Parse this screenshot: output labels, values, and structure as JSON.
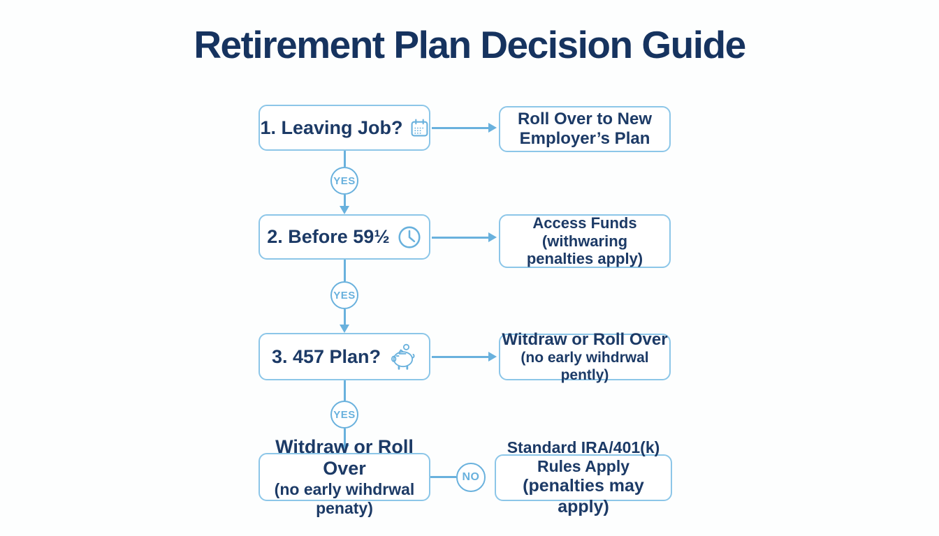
{
  "title": "Retirement Plan Decision Guide",
  "colors": {
    "title_navy": "#16335f",
    "text_navy": "#1c3a66",
    "box_border_blue": "#8cc6e8",
    "connector_blue": "#69b1dd",
    "background": "#fdfefe"
  },
  "flow": {
    "steps": [
      {
        "question": "1. Leaving Job?",
        "icon": "calendar-icon",
        "connector": "YES",
        "result": {
          "lines": [
            "Roll Over to New",
            "Employer’s Plan"
          ]
        }
      },
      {
        "question": "2. Before 59½",
        "icon": "clock-icon",
        "connector": "YES",
        "result": {
          "lines": [
            "Access Funds",
            "(withwaring",
            "penalties apply)"
          ]
        }
      },
      {
        "question": "3. 457 Plan?",
        "icon": "piggy-bank-icon",
        "connector": "YES",
        "result": {
          "lines": [
            "Witdraw or Roll Over",
            "(no early wihdrwal pently)"
          ]
        }
      }
    ],
    "final_step": {
      "lines": [
        "Witdraw or Roll Over",
        "(no early wihdrwal penaty)"
      ],
      "connector": "NO",
      "result": {
        "lines": [
          "Standard IRA/401(k) Rules Apply",
          "(penalties may apply)"
        ]
      }
    }
  }
}
